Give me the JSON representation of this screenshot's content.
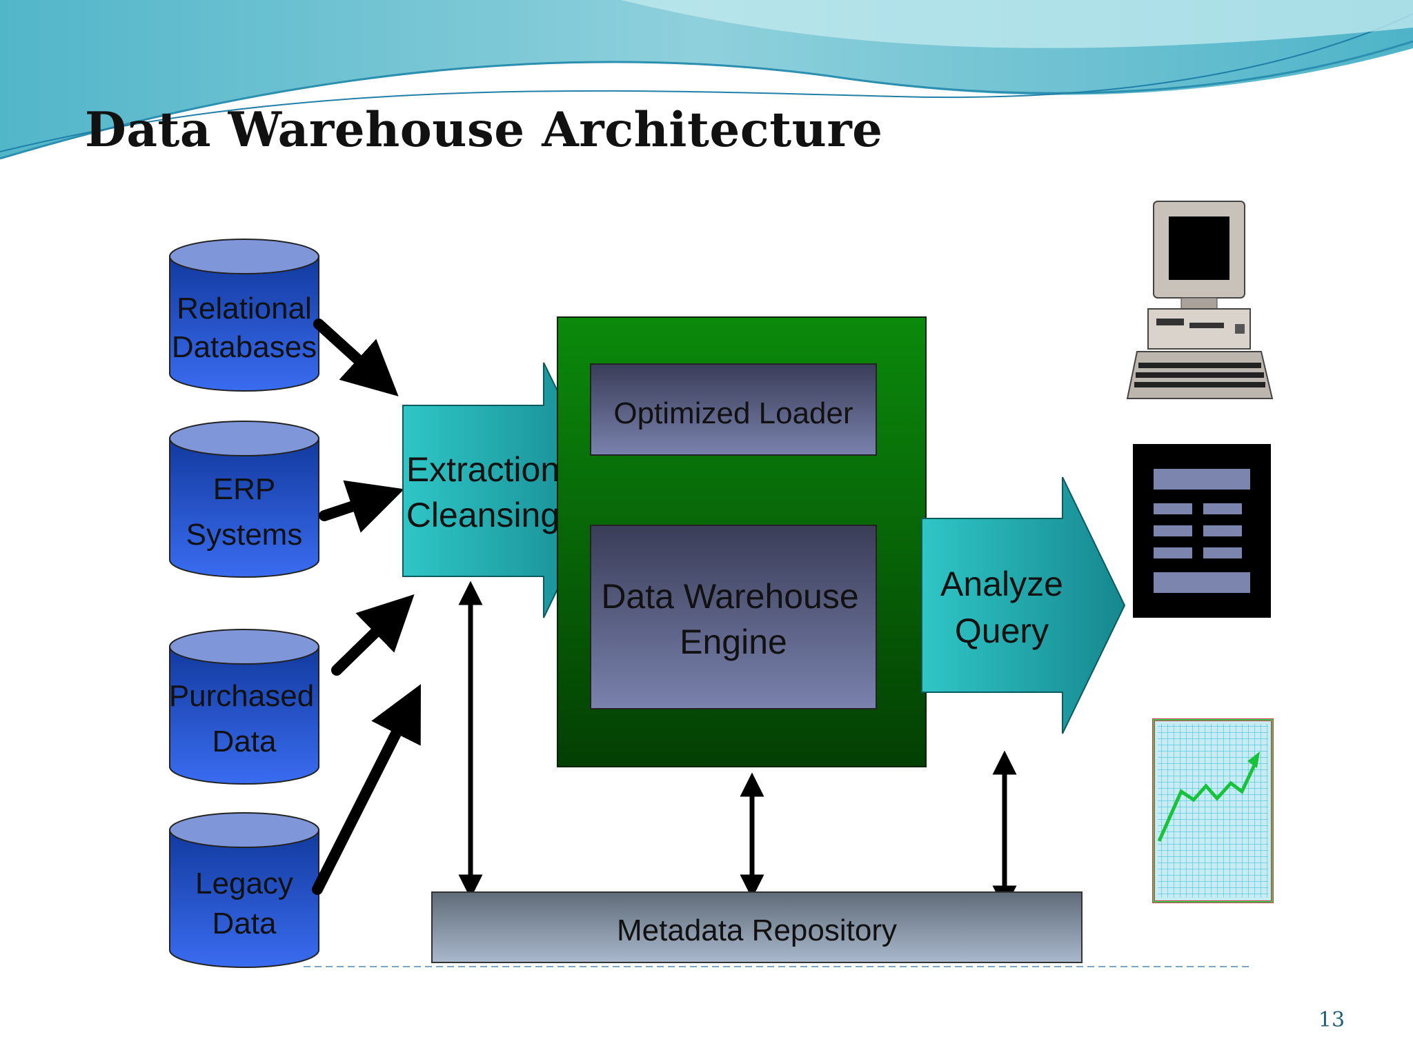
{
  "slide": {
    "title": "Data Warehouse Architecture",
    "page_number": "13"
  },
  "sources": [
    {
      "line1": "Relational",
      "line2": "Databases"
    },
    {
      "line1": "ERP",
      "line2": "Systems"
    },
    {
      "line1": "Purchased",
      "line2": "Data"
    },
    {
      "line1": "Legacy",
      "line2": "Data"
    }
  ],
  "extraction": {
    "line1": "Extraction",
    "line2": "Cleansing"
  },
  "warehouse": {
    "loader": "Optimized Loader",
    "engine_line1": "Data Warehouse",
    "engine_line2": "Engine"
  },
  "analyze": {
    "line1": "Analyze",
    "line2": "Query"
  },
  "metadata": {
    "label": "Metadata Repository"
  },
  "icons": [
    "desktop-computer-icon",
    "report-document-icon",
    "line-chart-icon"
  ],
  "colors": {
    "cylinder_blue": "#1f4fd8",
    "warehouse_green": "#0a7a0a",
    "arrow_teal": "#33c7c7",
    "box_slate": "#55587a",
    "metadata_gray": "#7d8a99"
  }
}
